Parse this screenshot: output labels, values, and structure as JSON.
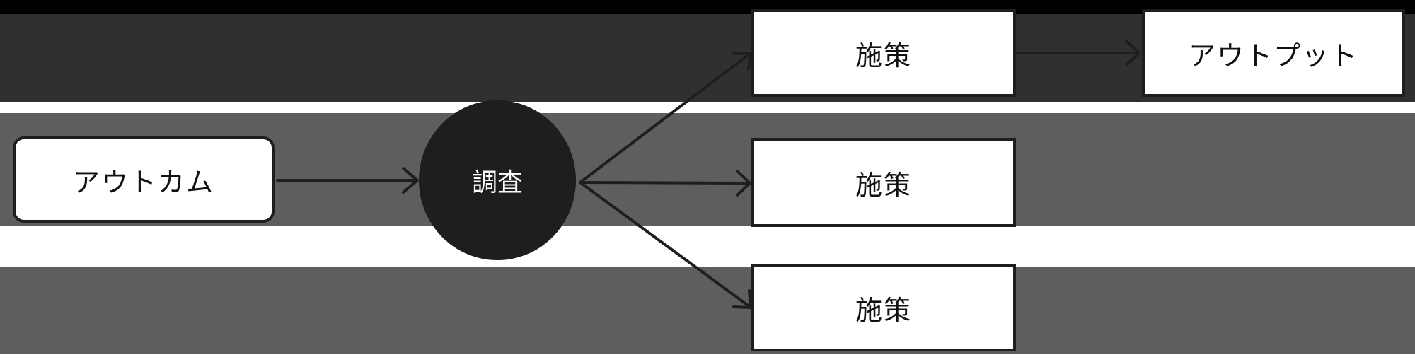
{
  "diagram": {
    "nodes": {
      "outcome": "アウトカム",
      "survey": "調査",
      "measure_1": "施策",
      "measure_2": "施策",
      "measure_3": "施策",
      "output": "アウトプット"
    },
    "edges": [
      {
        "from": "outcome",
        "to": "survey"
      },
      {
        "from": "survey",
        "to": "measure_1"
      },
      {
        "from": "survey",
        "to": "measure_2"
      },
      {
        "from": "survey",
        "to": "measure_3"
      },
      {
        "from": "measure_1",
        "to": "output"
      }
    ]
  }
}
